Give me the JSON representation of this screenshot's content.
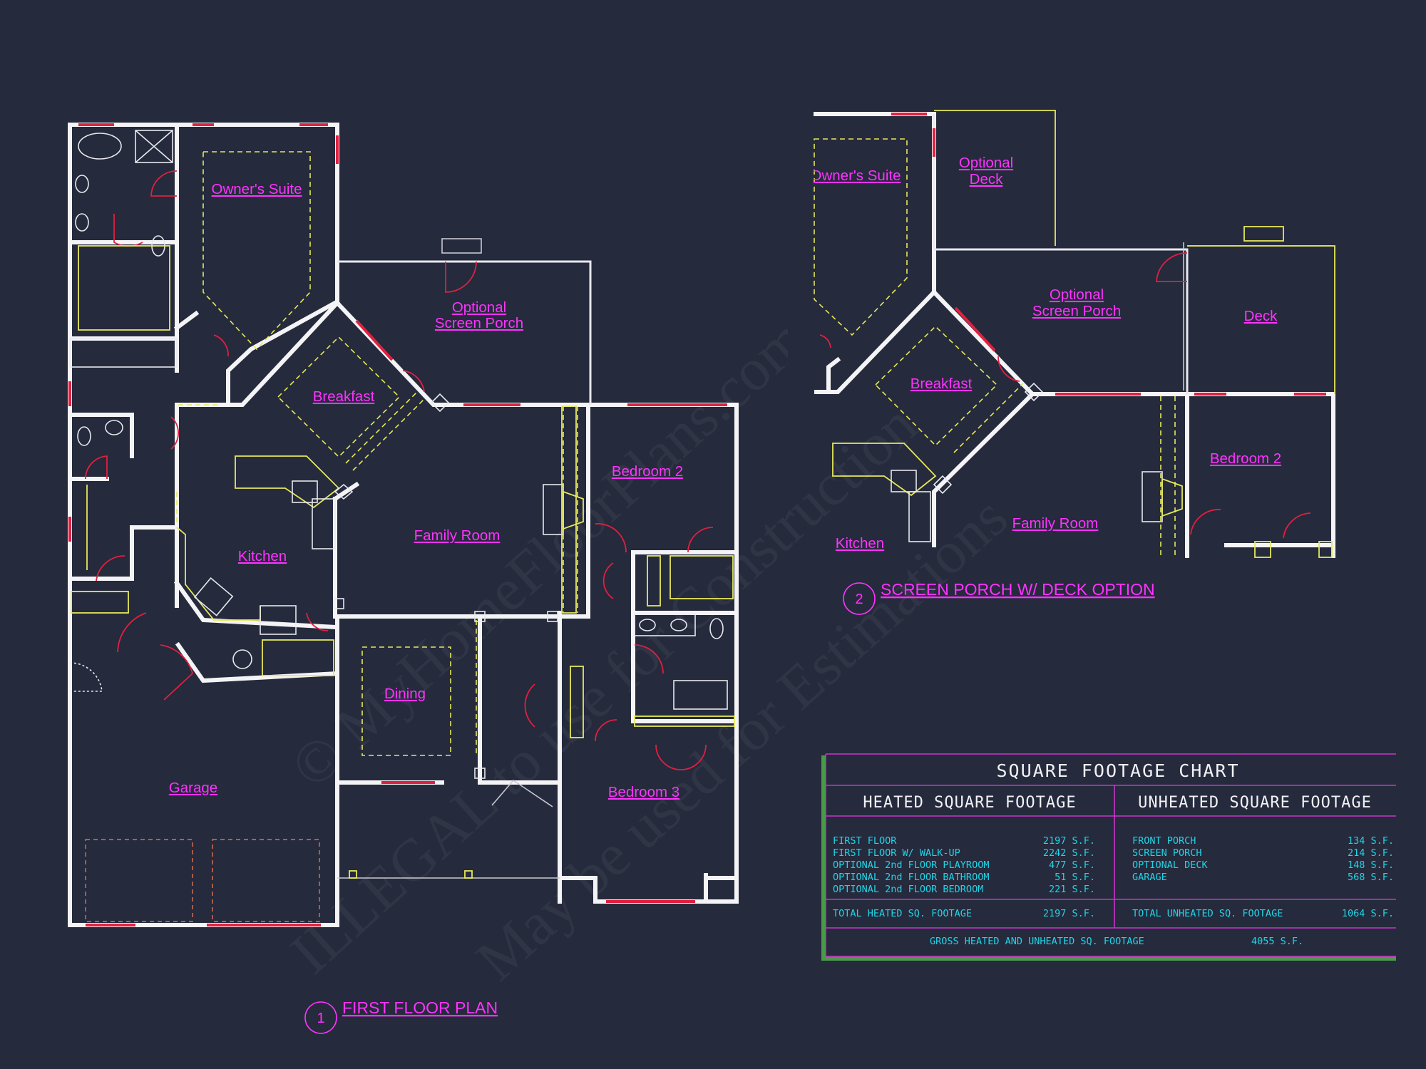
{
  "watermark": {
    "line1": "© MyHomeFloorPlans.com",
    "line2": "ILLEGAL to use for Construction",
    "line3": "May be used for Estimations"
  },
  "plan1": {
    "number": "1",
    "title": "FIRST FLOOR PLAN",
    "rooms": {
      "owners_suite": "Owner's Suite",
      "optional_screen_porch_1": "Optional",
      "optional_screen_porch_2": "Screen Porch",
      "breakfast": "Breakfast",
      "bedroom2": "Bedroom 2",
      "kitchen": "Kitchen",
      "family_room": "Family Room",
      "dining": "Dining",
      "garage": "Garage",
      "bedroom3": "Bedroom 3"
    }
  },
  "plan2": {
    "number": "2",
    "title": "SCREEN PORCH W/ DECK OPTION",
    "rooms": {
      "owners_suite": "Owner's Suite",
      "optional_deck_1": "Optional",
      "optional_deck_2": "Deck",
      "optional_screen_porch_1": "Optional",
      "optional_screen_porch_2": "Screen Porch",
      "deck": "Deck",
      "breakfast": "Breakfast",
      "bedroom2": "Bedroom 2",
      "family_room": "Family Room",
      "kitchen": "Kitchen"
    }
  },
  "sqft_chart": {
    "title": "SQUARE  FOOTAGE CHART",
    "heated_header": "HEATED  SQUARE  FOOTAGE",
    "unheated_header": "UNHEATED  SQUARE  FOOTAGE",
    "heated_rows": [
      {
        "label": "FIRST FLOOR",
        "value": "2197 S.F."
      },
      {
        "label": "FIRST FLOOR W/ WALK-UP",
        "value": "2242 S.F."
      },
      {
        "label": "OPTIONAL 2nd FLOOR PLAYROOM",
        "value": "477 S.F."
      },
      {
        "label": "OPTIONAL 2nd FLOOR BATHROOM",
        "value": "51 S.F."
      },
      {
        "label": "OPTIONAL 2nd FLOOR BEDROOM",
        "value": "221 S.F."
      }
    ],
    "unheated_rows": [
      {
        "label": "FRONT PORCH",
        "value": "134 S.F."
      },
      {
        "label": "SCREEN PORCH",
        "value": "214 S.F."
      },
      {
        "label": "OPTIONAL DECK",
        "value": "148 S.F."
      },
      {
        "label": "GARAGE",
        "value": "568 S.F."
      }
    ],
    "total_heated_label": "TOTAL HEATED SQ. FOOTAGE",
    "total_heated_value": "2197 S.F.",
    "total_unheated_label": "TOTAL UNHEATED SQ. FOOTAGE",
    "total_unheated_value": "1064 S.F.",
    "gross_label": "GROSS HEATED AND UNHEATED SQ. FOOTAGE",
    "gross_value": "4055 S.F."
  }
}
